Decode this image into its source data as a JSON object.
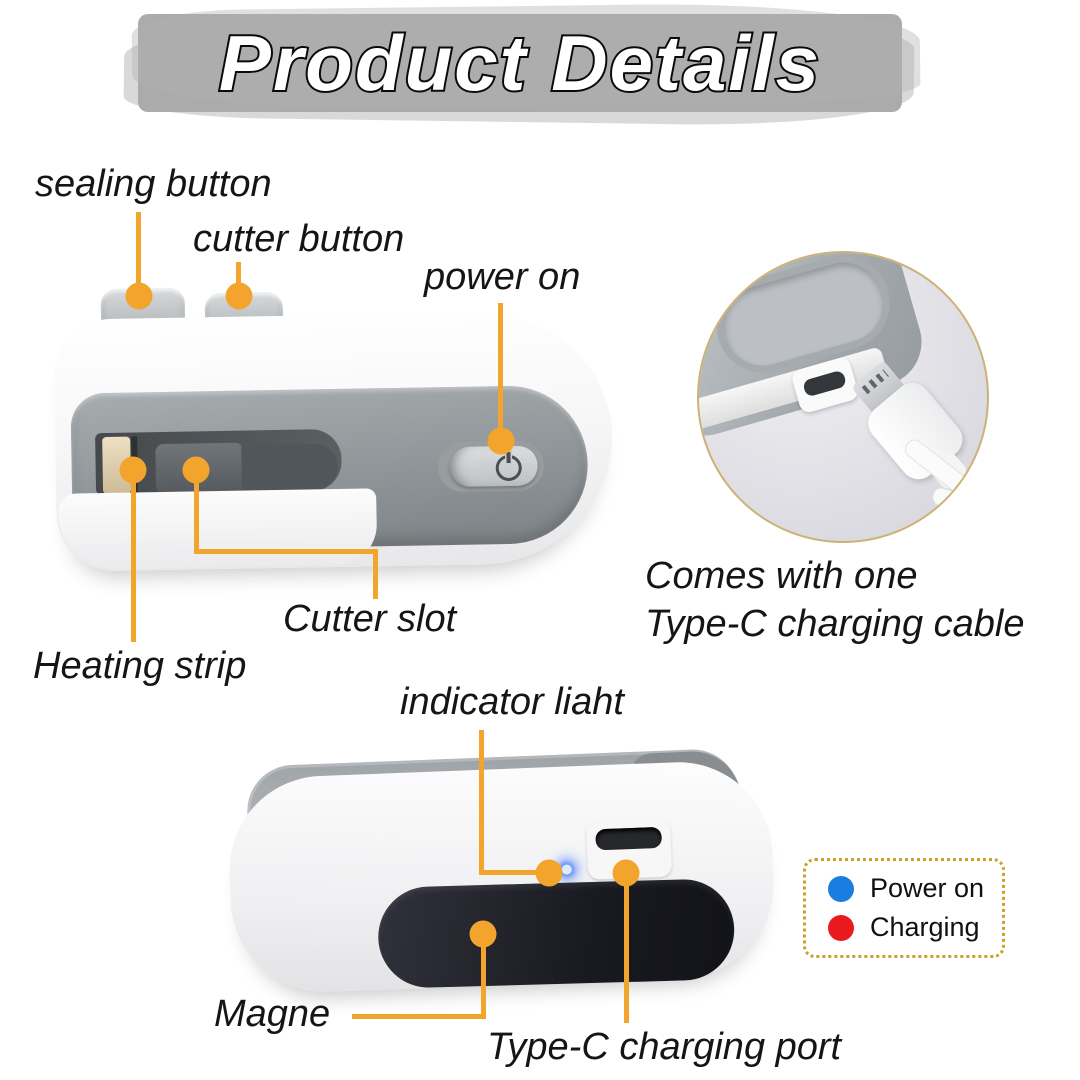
{
  "title": {
    "text": "Product Details"
  },
  "callouts": {
    "sealing_button": "sealing button",
    "cutter_button": "cutter button",
    "power_on": "power on",
    "cutter_slot": "Cutter slot",
    "heating_strip": "Heating strip",
    "indicator_light": "indicator liaht",
    "magnet": "Magne",
    "type_c_port": "Type-C charging port"
  },
  "caption": {
    "line1": "Comes with one",
    "line2": "Type-C charging cable"
  },
  "legend": {
    "items": [
      {
        "label": "Power on",
        "color": "#1a7de0"
      },
      {
        "label": "Charging",
        "color": "#e8191f"
      }
    ]
  },
  "colors": {
    "callout_accent": "#F2A42C",
    "indicator_led_blue": "#5a8df5",
    "legend_border_gold": "#c9a22b",
    "title_band_gray": "#ababab"
  }
}
